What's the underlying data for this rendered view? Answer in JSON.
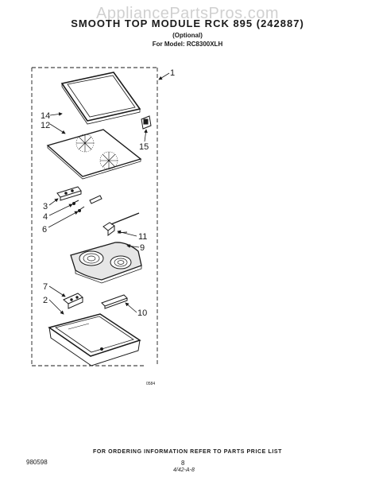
{
  "watermark": "AppliancePartsPros.com",
  "header": {
    "title": "SMOOTH TOP MODULE RCK 895 (242887)",
    "subtitle": "(Optional)",
    "model": "For Model: RC8300XLH"
  },
  "callouts": {
    "c1": "1",
    "c2": "2",
    "c3": "3",
    "c4": "4",
    "c6": "6",
    "c7": "7",
    "c9": "9",
    "c10": "10",
    "c11": "11",
    "c12": "12",
    "c14": "14",
    "c15": "15"
  },
  "diagram_code": "0584",
  "footer": {
    "order_info": "FOR ORDERING INFORMATION REFER TO PARTS PRICE LIST",
    "doc_number": "980598",
    "page": "8",
    "handwritten": "4/42-A-8"
  }
}
